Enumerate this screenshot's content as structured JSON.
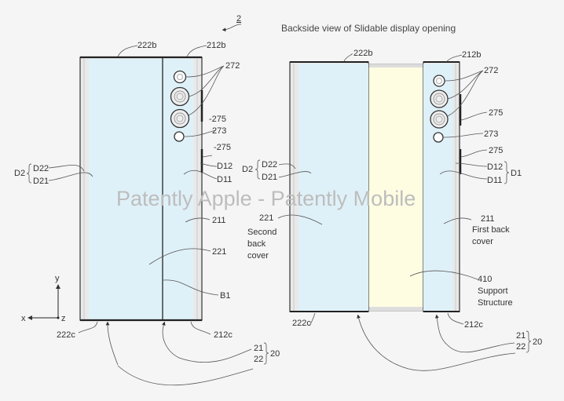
{
  "figure_number": "2",
  "title": "Backside view of Slidable display opening",
  "watermark": "Patently Apple - Patently Mobile",
  "colors": {
    "back_cover": "#dff1f8",
    "support_structure": "#fefde2",
    "frame": "#e4e4e4",
    "line": "#333333"
  },
  "left_view": {
    "labels": {
      "l222b": "222b",
      "l212b": "212b",
      "l272": "272",
      "l275a": "-275",
      "l273": "273",
      "l275b": "-275",
      "d2": "D2",
      "d22": "D22",
      "d21": "D21",
      "d12": "D12",
      "d11": "D11",
      "l211": "211",
      "l221": "221",
      "b1": "B1",
      "l222c": "222c",
      "l212c": "212c",
      "l21": "21",
      "l22": "22",
      "l20": "20"
    },
    "axes": {
      "y": "y",
      "x": "x",
      "z": "z"
    }
  },
  "right_view": {
    "labels": {
      "l222b": "222b",
      "l212b": "212b",
      "l272": "272",
      "l275a": "275",
      "l273": "273",
      "l275b": "275",
      "d2": "D2",
      "d22": "D22",
      "d21": "D21",
      "d12": "D12",
      "d11": "D11",
      "d1": "D1",
      "l221": "221",
      "second_back_cover": [
        "Second",
        "back",
        "cover"
      ],
      "l211": "211",
      "first_back_cover": [
        "First back",
        "cover"
      ],
      "l410": "410",
      "support_structure": [
        "Support",
        "Structure"
      ],
      "l222c": "222c",
      "l212c": "212c",
      "l21": "21",
      "l22": "22",
      "l20": "20"
    }
  }
}
